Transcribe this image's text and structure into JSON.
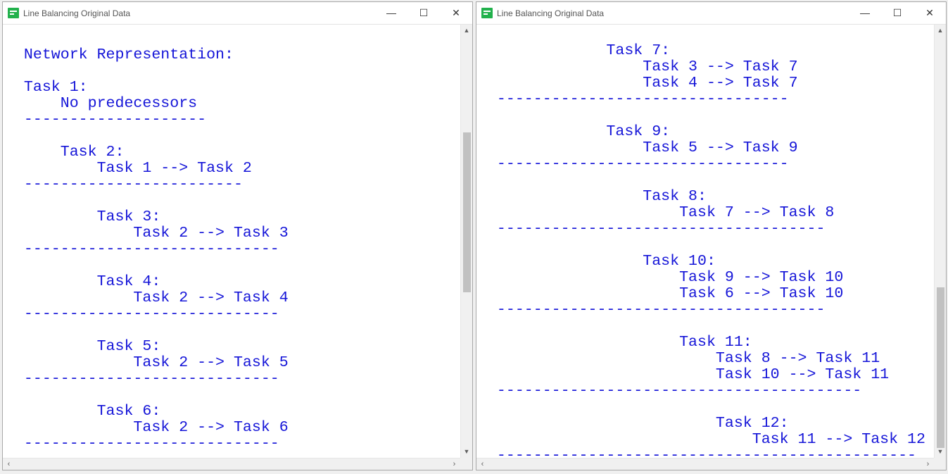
{
  "windows": {
    "left": {
      "title": "Line Balancing Original Data",
      "controls": {
        "minimize": "—",
        "maximize": "☐",
        "close": "✕"
      },
      "icon": "app-icon",
      "text": "^^^^^^^^^^^^^^^^^^^^^^^^^^^^^^^^^^^^^^^^^^^^^^^^^^^^^^^^^^^^^^^^^^^^^^\n\n  Network Representation:\n\n  Task 1:\n      No predecessors\n  --------------------\n\n      Task 2:\n          Task 1 --> Task 2\n  ------------------------\n\n          Task 3:\n              Task 2 --> Task 3\n  ----------------------------\n\n          Task 4:\n              Task 2 --> Task 4\n  ----------------------------\n\n          Task 5:\n              Task 2 --> Task 5\n  ----------------------------\n\n          Task 6:\n              Task 2 --> Task 6\n  ----------------------------"
    },
    "right": {
      "title": "Line Balancing Original Data",
      "controls": {
        "minimize": "—",
        "maximize": "☐",
        "close": "✕"
      },
      "icon": "app-icon",
      "text": "\n              Task 7:\n                  Task 3 --> Task 7\n                  Task 4 --> Task 7\n  --------------------------------\n\n              Task 9:\n                  Task 5 --> Task 9\n  --------------------------------\n\n                  Task 8:\n                      Task 7 --> Task 8\n  ------------------------------------\n\n                  Task 10:\n                      Task 9 --> Task 10\n                      Task 6 --> Task 10\n  ------------------------------------\n\n                      Task 11:\n                          Task 8 --> Task 11\n                          Task 10 --> Task 11\n  ----------------------------------------\n\n                          Task 12:\n                              Task 11 --> Task 12\n  ----------------------------------------------"
    }
  },
  "scrollbar": {
    "up": "▲",
    "down": "▼",
    "left": "‹",
    "right": "›"
  }
}
